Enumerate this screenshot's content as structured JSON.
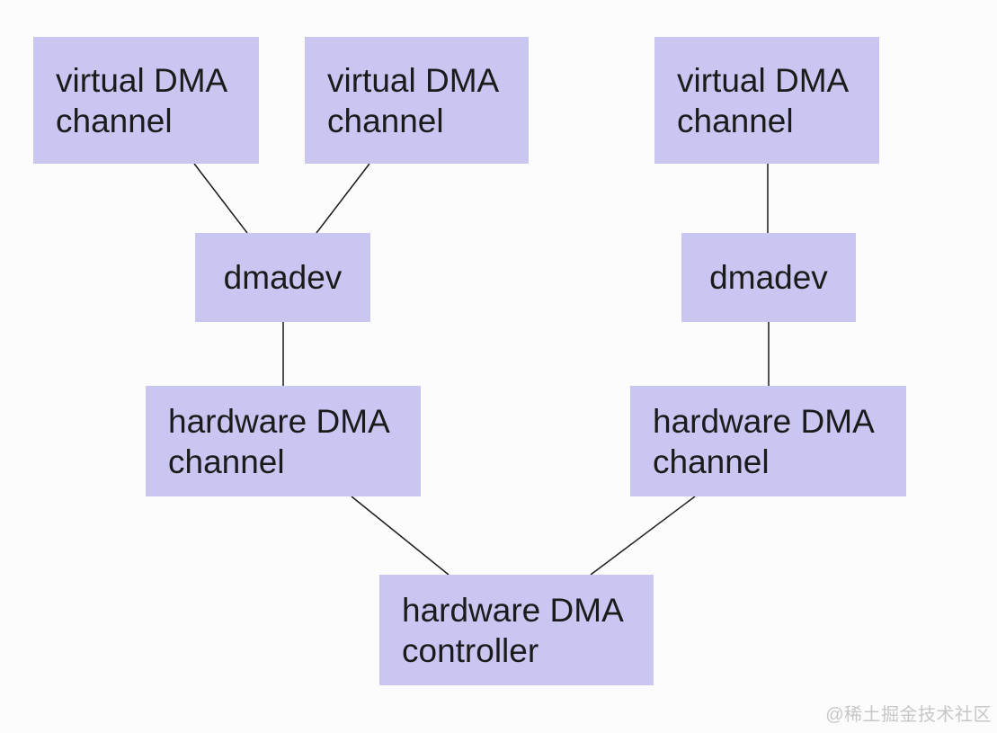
{
  "diagram": {
    "type": "block-diagram",
    "subject": "DMA software/hardware stack",
    "nodes": [
      {
        "id": "virtual-dma-channel-1",
        "label": "virtual DMA channel"
      },
      {
        "id": "virtual-dma-channel-2",
        "label": "virtual DMA channel"
      },
      {
        "id": "virtual-dma-channel-3",
        "label": "virtual DMA channel"
      },
      {
        "id": "dmadev-1",
        "label": "dmadev"
      },
      {
        "id": "dmadev-2",
        "label": "dmadev"
      },
      {
        "id": "hardware-dma-channel-1",
        "label": "hardware DMA channel"
      },
      {
        "id": "hardware-dma-channel-2",
        "label": "hardware DMA channel"
      },
      {
        "id": "hardware-dma-controller",
        "label": "hardware DMA controller"
      }
    ],
    "edges": [
      {
        "from": "virtual-dma-channel-1",
        "to": "dmadev-1"
      },
      {
        "from": "virtual-dma-channel-2",
        "to": "dmadev-1"
      },
      {
        "from": "virtual-dma-channel-3",
        "to": "dmadev-2"
      },
      {
        "from": "dmadev-1",
        "to": "hardware-dma-channel-1"
      },
      {
        "from": "dmadev-2",
        "to": "hardware-dma-channel-2"
      },
      {
        "from": "hardware-dma-channel-1",
        "to": "hardware-dma-controller"
      },
      {
        "from": "hardware-dma-channel-2",
        "to": "hardware-dma-controller"
      }
    ],
    "colors": {
      "node_fill": "#c9c6f2",
      "edge_stroke": "#1a1a1a",
      "text": "#1b1b1b",
      "background": "#fcfcfc",
      "watermark": "#c7c7c7"
    }
  },
  "watermark": {
    "text": "@稀土掘金技术社区"
  }
}
